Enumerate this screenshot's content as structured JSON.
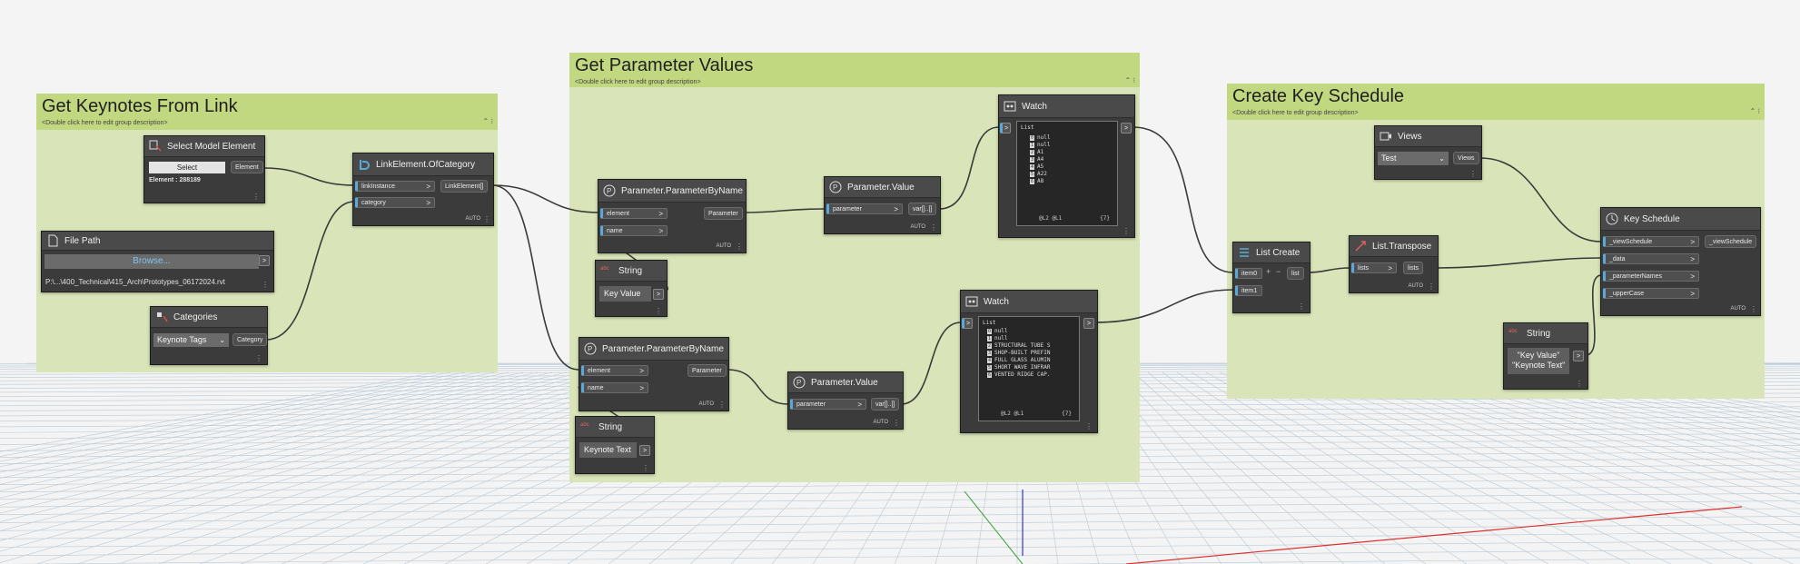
{
  "groups": [
    {
      "id": "g1",
      "title": "Get Keynotes From Link",
      "description": "<Double click here to edit group description>"
    },
    {
      "id": "g2",
      "title": "Get Parameter Values",
      "description": "<Double click here to edit group description>"
    },
    {
      "id": "g3",
      "title": "Create Key Schedule",
      "description": "<Double click here to edit group description>"
    }
  ],
  "nodes": {
    "select_model": {
      "title": "Select Model Element",
      "select_label": "Select",
      "output": "Element",
      "info": "Element : 288189"
    },
    "file_path": {
      "title": "File Path",
      "browse_label": "Browse...",
      "path": "P:\\...\\400_Technical\\415_Arch\\Prototypes_06172024.rvt"
    },
    "categories": {
      "title": "Categories",
      "selected": "Keynote Tags",
      "output": "Category"
    },
    "link_element": {
      "title": "LinkElement.OfCategory",
      "inputs": [
        "linkInstance",
        "category"
      ],
      "output": "LinkElement[]",
      "lacing": "AUTO"
    },
    "param_by_name_1": {
      "title": "Parameter.ParameterByName",
      "inputs": [
        "element",
        "name"
      ],
      "output": "Parameter",
      "lacing": "AUTO"
    },
    "string_1": {
      "title": "String",
      "value": "Key Value"
    },
    "param_value_1": {
      "title": "Parameter.Value",
      "inputs": [
        "parameter"
      ],
      "output": "var[]..[]",
      "lacing": "AUTO"
    },
    "watch_1": {
      "title": "Watch",
      "list_label": "List",
      "items": [
        "null",
        "null",
        "A1",
        "A4",
        "A5",
        "A22",
        "A8"
      ],
      "footer_left": "@L2 @L1",
      "footer_right": "{7}"
    },
    "param_by_name_2": {
      "title": "Parameter.ParameterByName",
      "inputs": [
        "element",
        "name"
      ],
      "output": "Parameter",
      "lacing": "AUTO"
    },
    "string_2": {
      "title": "String",
      "value": "Keynote Text"
    },
    "param_value_2": {
      "title": "Parameter.Value",
      "inputs": [
        "parameter"
      ],
      "output": "var[]..[]",
      "lacing": "AUTO"
    },
    "watch_2": {
      "title": "Watch",
      "list_label": "List",
      "items": [
        "null",
        "null",
        "STRUCTURAL TUBE S",
        "SHOP-BUILT PREFIN",
        "FULL GLASS ALUMIN",
        "SHORT WAVE INFRAR",
        "VENTED RIDGE CAP."
      ],
      "footer_left": "@L2 @L1",
      "footer_right": "{7}"
    },
    "views": {
      "title": "Views",
      "selected": "Test",
      "output": "Views"
    },
    "list_create": {
      "title": "List Create",
      "inputs": [
        "item0",
        "item1"
      ],
      "output": "list",
      "plus": "+",
      "minus": "−"
    },
    "list_transpose": {
      "title": "List.Transpose",
      "inputs": [
        "lists"
      ],
      "output": "lists",
      "lacing": "AUTO"
    },
    "key_schedule": {
      "title": "Key Schedule",
      "inputs": [
        "_viewSchedule",
        "_data",
        "_parameterNames",
        "_upperCase"
      ],
      "output": "_viewSchedule",
      "lacing": "AUTO"
    },
    "string_3": {
      "title": "String",
      "lines": [
        "\"Key Value\"",
        "\"Keynote Text\""
      ]
    }
  },
  "colors": {
    "group_header": "#c2d880",
    "group_body": "#d9e4b8",
    "node_body": "#3b3b3b",
    "port_accent": "#5aa9d8",
    "axis_x": "#e03030",
    "axis_y": "#2a9a2a",
    "axis_z": "#3030e0"
  }
}
